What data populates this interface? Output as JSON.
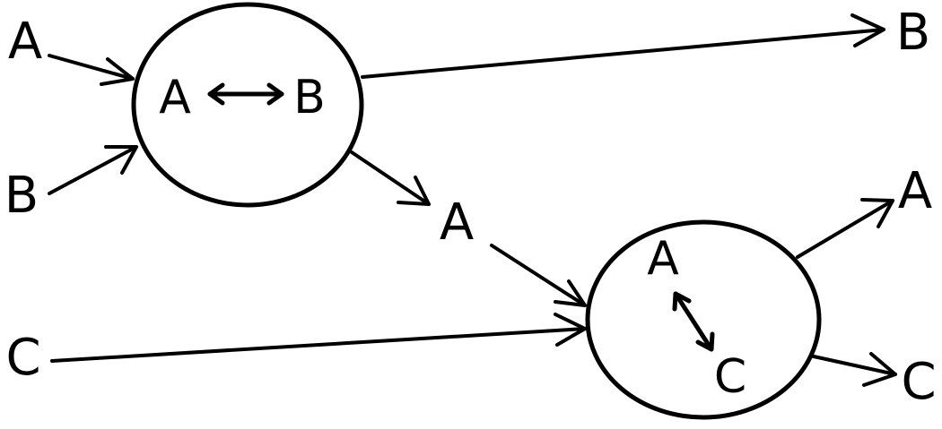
{
  "diagram": {
    "line_color": "#000000",
    "background": "#ffffff",
    "reaction_1": {
      "inputs": [
        "A",
        "B"
      ],
      "inner_left": "A",
      "inner_right": "B",
      "inner_arrow": "bidirectional",
      "outputs": [
        "B",
        "A"
      ]
    },
    "reaction_2": {
      "inputs": [
        "A",
        "C"
      ],
      "inner_top": "A",
      "inner_bottom": "C",
      "inner_arrow": "bidirectional",
      "outputs": [
        "A",
        "C"
      ]
    }
  }
}
